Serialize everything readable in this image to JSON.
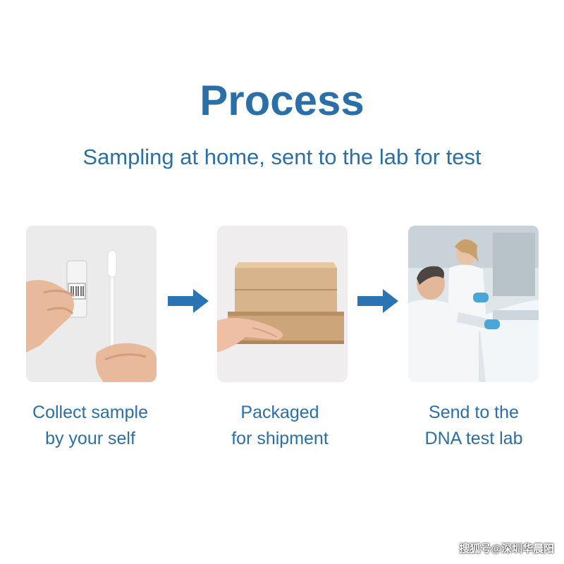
{
  "title": "Process",
  "subtitle": "Sampling at home, sent to the lab for test",
  "accent_color": "#2b6fa8",
  "steps": [
    {
      "image": "swab-sample-photo",
      "line1": "Collect sample",
      "line2": "by your self"
    },
    {
      "image": "cardboard-box-photo",
      "line1": "Packaged",
      "line2": "for shipment"
    },
    {
      "image": "lab-scientists-photo",
      "line1": "Send to the",
      "line2": "DNA test lab"
    }
  ],
  "arrows": [
    "arrow-right-icon",
    "arrow-right-icon"
  ],
  "watermark": "搜狐号@深圳华晨阳"
}
